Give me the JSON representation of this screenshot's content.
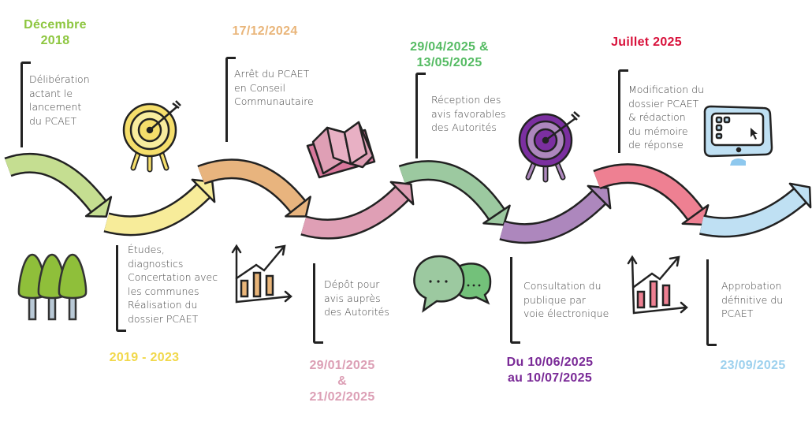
{
  "colors": {
    "green_light": "#c5de91",
    "yellow": "#f7ec9a",
    "orange": "#e8b47e",
    "pink": "#df9fb5",
    "green_mid": "#9cc9a0",
    "purple": "#ad87bd",
    "red": "#ee8092",
    "blue": "#bfe0f3"
  },
  "steps": [
    {
      "date_lines": [
        "Décembre",
        "2018"
      ],
      "desc_lines": [
        "Délibération",
        "actant le",
        "lancement",
        "du PCAET"
      ],
      "color": "#8dc63f",
      "icon": "target-icon"
    },
    {
      "date_lines": [
        "2019 - 2023"
      ],
      "desc_lines": [
        "Études,",
        "diagnostics",
        "Concertation avec",
        "les communes",
        "Réalisation du",
        "dossier PCAET"
      ],
      "color": "#f1d84a",
      "icon": "trees-icon"
    },
    {
      "date_lines": [
        "17/12/2024"
      ],
      "desc_lines": [
        "Arrêt du PCAET",
        "en Conseil",
        "Communautaire"
      ],
      "color": "#e9b579",
      "icon": "book-icon"
    },
    {
      "date_lines": [
        "29/01/2025",
        "&",
        "21/02/2025"
      ],
      "desc_lines": [
        "Dépôt pour",
        "avis auprès",
        "des Autorités"
      ],
      "color": "#dc9fb5",
      "icon": "growth-chart-icon"
    },
    {
      "date_lines": [
        "29/04/2025 &",
        "13/05/2025"
      ],
      "desc_lines": [
        "Réception des",
        "avis favorables",
        "des Autorités"
      ],
      "color": "#55bb63",
      "icon": "target-icon"
    },
    {
      "date_lines": [
        "Du 10/06/2025",
        "au 10/07/2025"
      ],
      "desc_lines": [
        "Consultation du",
        "publique par",
        "voie électronique"
      ],
      "color": "#7a2a97",
      "icon": "speech-bubbles-icon"
    },
    {
      "date_lines": [
        "Juillet 2025"
      ],
      "desc_lines": [
        "Modification du",
        "dossier PCAET",
        "& rédaction",
        "du mémoire",
        "de réponse"
      ],
      "color": "#d8103a",
      "icon": "monitor-icon"
    },
    {
      "date_lines": [
        "23/09/2025"
      ],
      "desc_lines": [
        "Approbation",
        "définitive du",
        "PCAET"
      ],
      "color": "#9dd1ee",
      "icon": "growth-chart-icon"
    }
  ]
}
